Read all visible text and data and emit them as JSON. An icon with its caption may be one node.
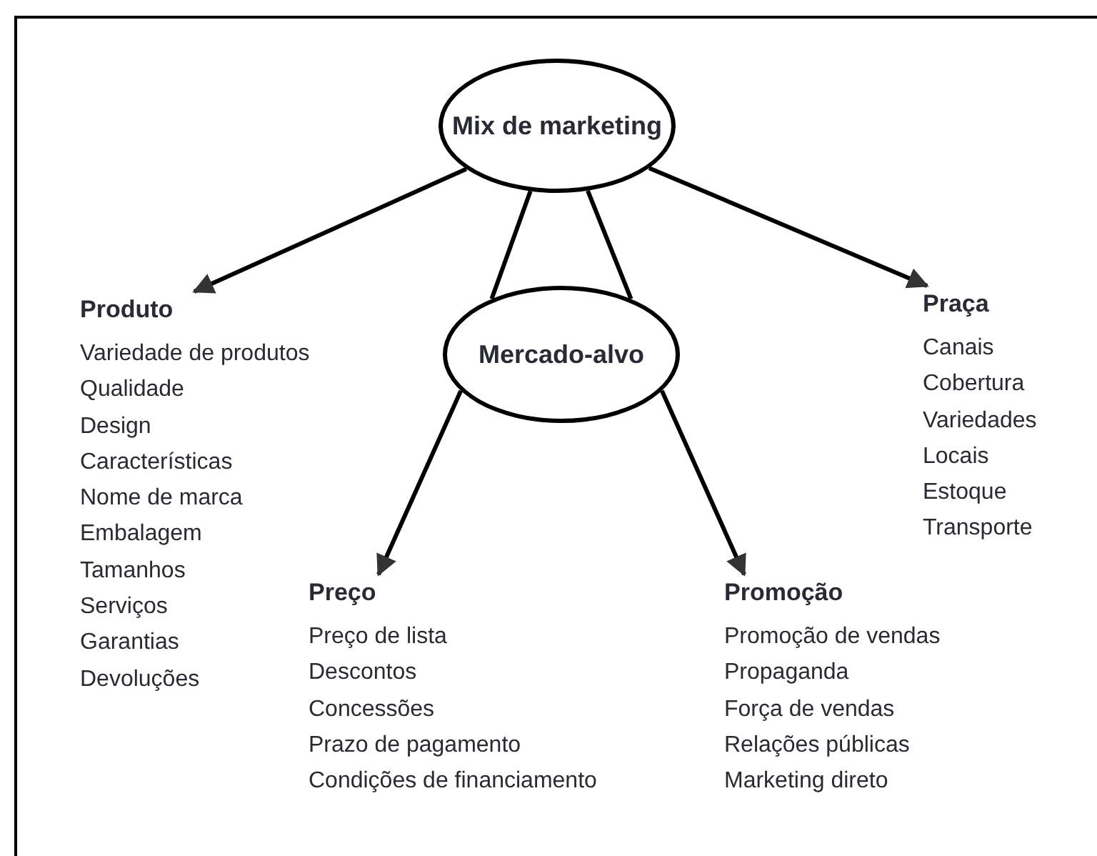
{
  "diagram": {
    "nodes": [
      {
        "text": [
          "Mix de marketing"
        ]
      },
      {
        "text": [
          "Produto",
          "Variedade de produtos",
          "Qualidade",
          "Design",
          "Características",
          "Nome de marca",
          "Embalagem",
          "Tamanhos",
          "Serviços",
          "Garantias",
          "Devoluções"
        ]
      },
      {
        "text": [
          "Mercado-alvo"
        ]
      },
      {
        "text": [
          "Praça",
          "Canais",
          "Cobertura",
          "Variedades",
          "Locais",
          "Estoque",
          "Transporte"
        ]
      },
      {
        "text": [
          "Preço",
          "Preço de lista",
          "Descontos",
          "Concessões",
          "Prazo de pagamento",
          "Condições de financiamento"
        ]
      },
      {
        "text": [
          "Promoção",
          "Promoção de vendas",
          "Propaganda",
          "Força de vendas",
          "Relações públicas",
          "Marketing direto"
        ]
      }
    ],
    "edges": [
      {
        "from": 0,
        "to": 1,
        "arrow": "to"
      },
      {
        "from": 0,
        "to": 3,
        "arrow": "to"
      },
      {
        "from": 0,
        "to": 2,
        "arrow": "none"
      },
      {
        "from": 0,
        "to": 2,
        "arrow": "none"
      },
      {
        "from": 2,
        "to": 4,
        "arrow": "to"
      },
      {
        "from": 2,
        "to": 5,
        "arrow": "to"
      }
    ]
  }
}
